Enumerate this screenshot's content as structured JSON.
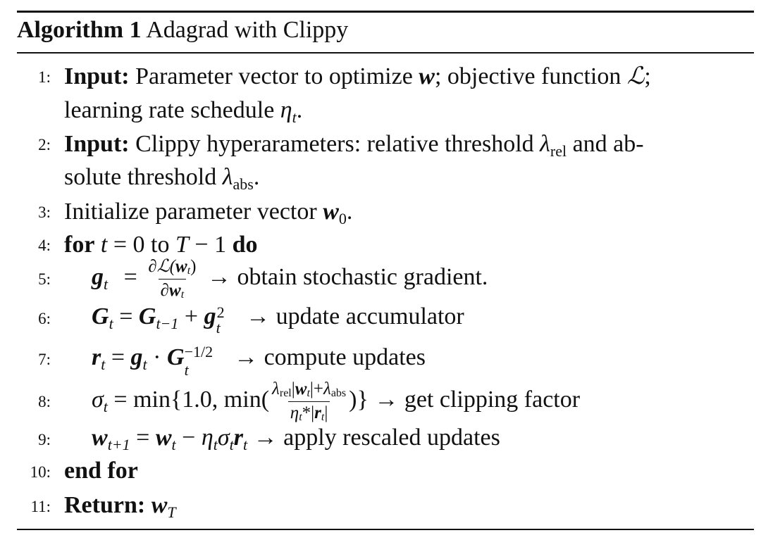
{
  "algorithm": {
    "label": "Algorithm 1",
    "name": "Adagrad with Clippy"
  },
  "steps": [
    {
      "no": "1:",
      "kw": "Input:",
      "text_a": "Parameter vector to optimize",
      "var_w": "w",
      "text_b": "; objective function",
      "var_L": "ℒ",
      "text_c": ";",
      "cont_a": "learning rate schedule",
      "var_eta": "η",
      "sub_t": "t",
      "cont_b": "."
    },
    {
      "no": "2:",
      "kw": "Input:",
      "text_a": "Clippy hyperarameters: relative threshold",
      "var_lambda": "λ",
      "sub_rel": "rel",
      "text_b": "and ab-",
      "cont_a": "solute threshold",
      "sub_abs": "abs",
      "cont_b": "."
    },
    {
      "no": "3:",
      "text_a": "Initialize parameter vector",
      "var_w0": "w",
      "sub_0": "0",
      "text_b": "."
    },
    {
      "no": "4:",
      "kw_for": "for",
      "var_t": "t",
      "eq_a": "= 0 to",
      "var_T": "T",
      "eq_b": "− 1",
      "kw_do": "do"
    },
    {
      "no": "5:",
      "lhs": "g",
      "sub": "t",
      "eq": "=",
      "num": "∂ℒ(",
      "num_w": "w",
      "num_close": ")",
      "den": "∂",
      "den_w": "w",
      "arrow": "→",
      "comment": "obtain stochastic gradient."
    },
    {
      "no": "6:",
      "lhs": "G",
      "sub": "t",
      "eq": "=",
      "rhs_G": "G",
      "rhs_sub": "t−1",
      "plus": "+",
      "rhs_g": "g",
      "sup": "2",
      "arrow": "→",
      "comment": "update accumulator"
    },
    {
      "no": "7:",
      "lhs": "r",
      "sub": "t",
      "eq": "=",
      "rhs_g": "g",
      "dot": "·",
      "rhs_G": "G",
      "sup": "−1/2",
      "arrow": "→",
      "comment": "compute updates"
    },
    {
      "no": "8:",
      "lhs": "σ",
      "sub": "t",
      "eq": "=",
      "min_a": "min{1.0, min(",
      "num_lambda": "λ",
      "num_rel": "rel",
      "num_bar": "|",
      "num_w": "w",
      "num_plus": "|+",
      "num_abs": "abs",
      "den_eta": "η",
      "den_star": "*|",
      "den_r": "r",
      "den_bar": "|",
      "min_b": ")}",
      "arrow": "→",
      "comment": "get clipping factor"
    },
    {
      "no": "9:",
      "lhs": "w",
      "lhs_sub": "t+1",
      "eq": "=",
      "rhs_w": "w",
      "minus": "−",
      "eta": "η",
      "sigma": "σ",
      "r": "r",
      "sub": "t",
      "arrow": "→",
      "comment": "apply rescaled updates"
    },
    {
      "no": "10:",
      "kw": "end for"
    },
    {
      "no": "11:",
      "kw": "Return:",
      "var_w": "w",
      "sub_T": "T"
    }
  ]
}
